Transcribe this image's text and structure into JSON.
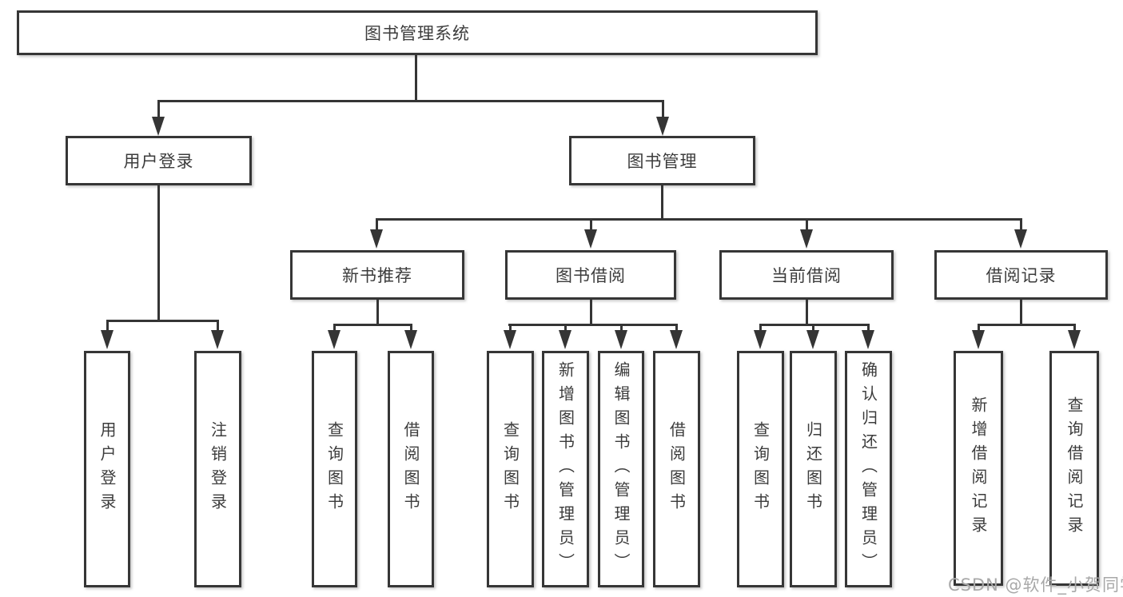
{
  "tree": {
    "label": "图书管理系统",
    "children": [
      {
        "label": "用户登录",
        "children": [
          {
            "label": "用户登录"
          },
          {
            "label": "注销登录"
          }
        ]
      },
      {
        "label": "图书管理",
        "children": [
          {
            "label": "新书推荐",
            "children": [
              {
                "label": "查询图书"
              },
              {
                "label": "借阅图书"
              }
            ]
          },
          {
            "label": "图书借阅",
            "children": [
              {
                "label": "查询图书"
              },
              {
                "label": "新增图书（管理员）"
              },
              {
                "label": "编辑图书（管理员）"
              },
              {
                "label": "借阅图书"
              }
            ]
          },
          {
            "label": "当前借阅",
            "children": [
              {
                "label": "查询图书"
              },
              {
                "label": "归还图书"
              },
              {
                "label": "确认归还（管理员）"
              }
            ]
          },
          {
            "label": "借阅记录",
            "children": [
              {
                "label": "新增借阅记录"
              },
              {
                "label": "查询借阅记录"
              }
            ]
          }
        ]
      }
    ]
  },
  "watermark": {
    "text": "CSDN @软件_小贺同学",
    "color": "#a8a8a8"
  },
  "colors": {
    "background": "#ffffff",
    "box_border": "#363636",
    "line": "#353535",
    "text": "#3c3c3c"
  }
}
